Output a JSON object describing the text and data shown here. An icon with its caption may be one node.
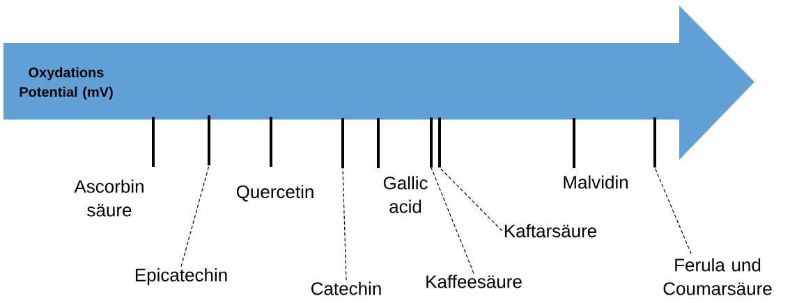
{
  "diagram": {
    "nodes": [
      {
        "text": [
          "Oxydations Potential (mV)"
        ]
      },
      {
        "text": [
          "Ascorbin säure"
        ]
      },
      {
        "text": [
          "Epicatechin"
        ]
      },
      {
        "text": [
          "Quercetin"
        ]
      },
      {
        "text": [
          "Catechin"
        ]
      },
      {
        "text": [
          "Gallic acid"
        ]
      },
      {
        "text": [
          "Kaffeesäure"
        ]
      },
      {
        "text": [
          "Kaftarsäure"
        ]
      },
      {
        "text": [
          "Malvidin"
        ]
      },
      {
        "text": [
          "Ferula und Coumarsäure"
        ]
      },
      {
        "text": [],
        "shape": "bar"
      },
      {
        "text": [],
        "shape": "bar"
      },
      {
        "text": [],
        "shape": "bar"
      },
      {
        "text": [],
        "shape": "bar"
      },
      {
        "text": [],
        "shape": "bar"
      },
      {
        "text": [],
        "shape": "bar"
      },
      {
        "text": [],
        "shape": "bar"
      },
      {
        "text": [],
        "shape": "bar"
      },
      {
        "text": [],
        "shape": "bar"
      }
    ],
    "edges": [
      {
        "from": 2,
        "to": 11,
        "arrow": "none",
        "style": "dashed"
      },
      {
        "from": 4,
        "to": 13,
        "arrow": "none",
        "style": "dashed"
      },
      {
        "from": 6,
        "to": 15,
        "arrow": "none",
        "style": "dashed"
      },
      {
        "from": 7,
        "to": 16,
        "arrow": "none",
        "style": "dashed"
      },
      {
        "from": 9,
        "to": 18,
        "arrow": "none",
        "style": "dashed"
      }
    ]
  }
}
